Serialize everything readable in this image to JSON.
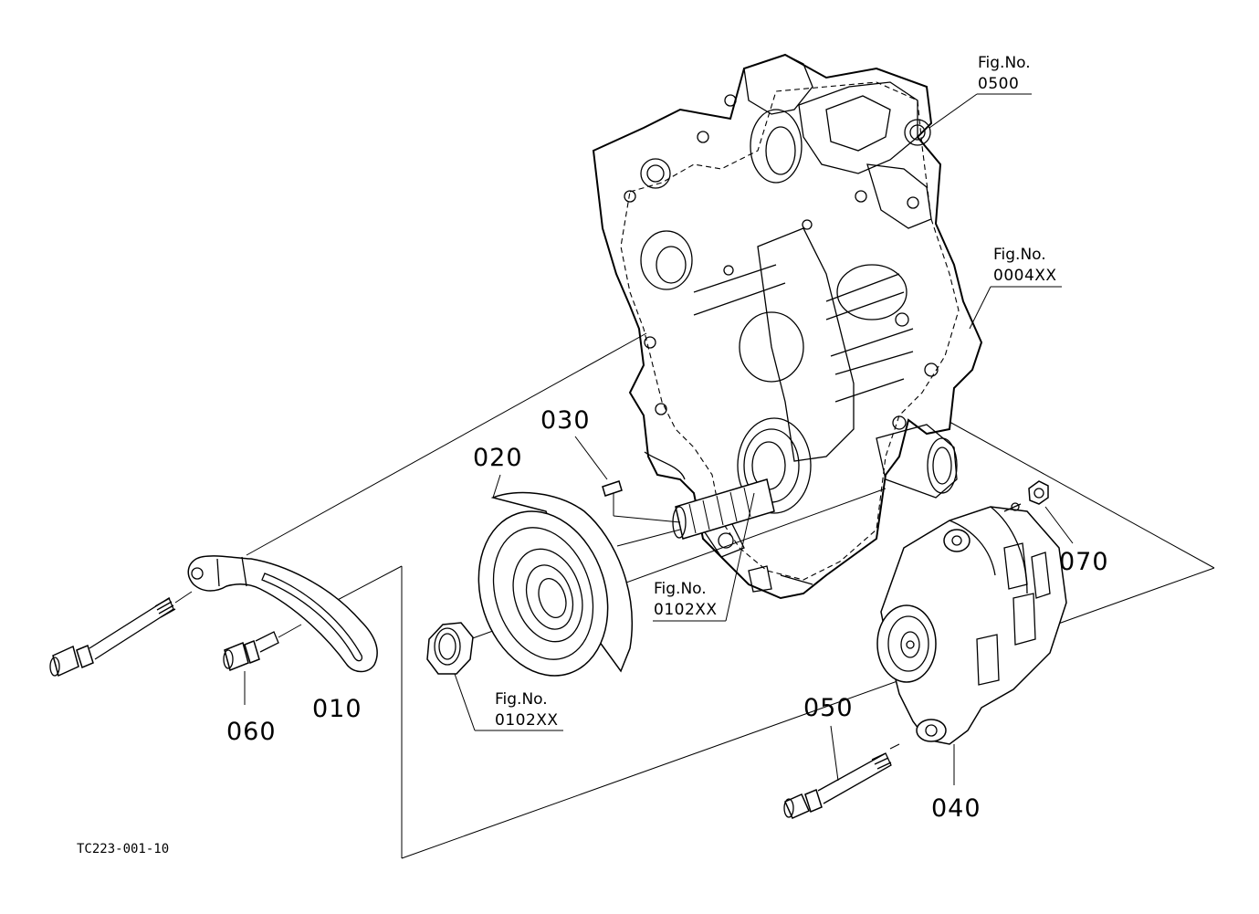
{
  "drawing_code": "TC223-001-10",
  "parts": {
    "p010": "010",
    "p020": "020",
    "p030": "030",
    "p040": "040",
    "p050": "050",
    "p060": "060",
    "p070": "070"
  },
  "figure_refs": {
    "fig_0500": {
      "label": "Fig.No.",
      "number": "0500"
    },
    "fig_0004xx": {
      "label": "Fig.No.",
      "number": "0004XX"
    },
    "fig_0102xx_shaft": {
      "label": "Fig.No.",
      "number": "0102XX"
    },
    "fig_0102xx_nut": {
      "label": "Fig.No.",
      "number": "0102XX"
    }
  }
}
